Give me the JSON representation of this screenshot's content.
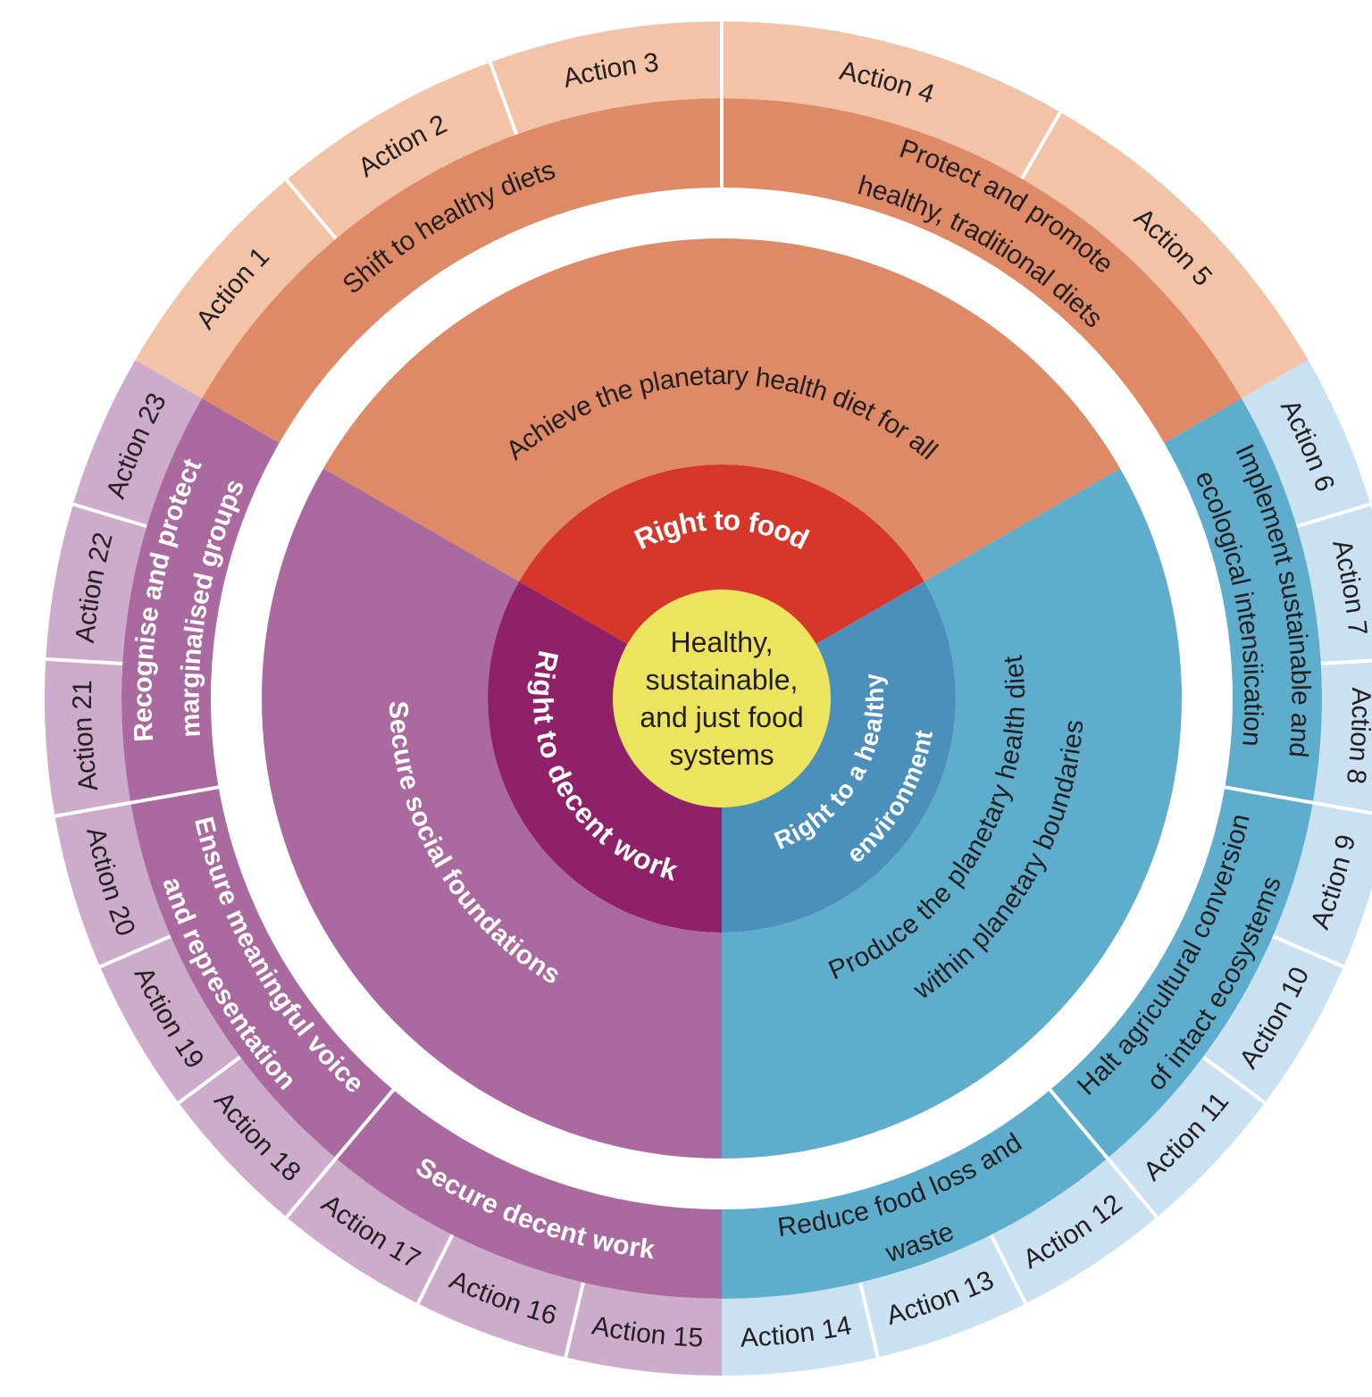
{
  "figure": {
    "background": "#ffffff",
    "divider_color": "#ffffff",
    "text_dark": "#231f20",
    "text_light": "#ffffff",
    "center": {
      "lines": [
        "Healthy,",
        "sustainable,",
        "and just food",
        "systems"
      ],
      "color": "#ece45e",
      "text_color": "#231f20"
    },
    "sectors": [
      {
        "id": "right-to-food",
        "inner": {
          "lines": [
            "Right to food"
          ],
          "color": "#d5372b",
          "text_color": "#ffffff"
        },
        "middle": {
          "lines": [
            "Achieve the planetary health diet for all"
          ],
          "color": "#de8a67",
          "text_color": "#231f20"
        },
        "category_color": "#de8a67",
        "category_text_color": "#231f20",
        "action_color": "#f2c3a7",
        "action_text_color": "#231f20",
        "categories": [
          {
            "lines": [
              "Shift to healthy diets"
            ],
            "actions": [
              "Action 1",
              "Action 2",
              "Action 3"
            ]
          },
          {
            "lines": [
              "Protect and promote",
              "healthy, traditional diets"
            ],
            "actions": [
              "Action 4",
              "Action 5"
            ]
          }
        ]
      },
      {
        "id": "right-to-a-healthy-environment",
        "inner": {
          "lines": [
            "Right to a healthy",
            "environment"
          ],
          "color": "#4a90ba",
          "text_color": "#ffffff"
        },
        "middle": {
          "lines": [
            "Produce the planetary health diet",
            "within planetary boundaries"
          ],
          "color": "#5fadcd",
          "text_color": "#231f20"
        },
        "category_color": "#5fadcd",
        "category_text_color": "#231f20",
        "action_color": "#c9e1f1",
        "action_text_color": "#231f20",
        "categories": [
          {
            "lines": [
              "Implement sustainable and",
              "ecological intensiication"
            ],
            "actions": [
              "Action 6",
              "Action 7",
              "Action 8"
            ]
          },
          {
            "lines": [
              "Halt agricultural conversion",
              "of intact ecosystems"
            ],
            "actions": [
              "Action 9",
              "Action 10",
              "Action 11"
            ]
          },
          {
            "lines": [
              "Reduce food loss and",
              "waste"
            ],
            "actions": [
              "Action 12",
              "Action 13",
              "Action 14"
            ]
          }
        ]
      },
      {
        "id": "right-to-decent-work",
        "inner": {
          "lines": [
            "Right to decent work"
          ],
          "color": "#8e2168",
          "text_color": "#ffffff"
        },
        "middle": {
          "lines": [
            "Secure social foundations"
          ],
          "color": "#aa6a9f",
          "text_color": "#ffffff"
        },
        "category_color": "#aa6a9f",
        "category_text_color": "#ffffff",
        "action_color": "#cdabca",
        "action_text_color": "#231f20",
        "categories": [
          {
            "lines": [
              "Secure decent work"
            ],
            "actions": [
              "Action 15",
              "Action 16",
              "Action 17"
            ]
          },
          {
            "lines": [
              "Ensure meaningful voice",
              "and representation"
            ],
            "actions": [
              "Action 18",
              "Action 19",
              "Action 20"
            ]
          },
          {
            "lines": [
              "Recognise and protect",
              "marginalised groups"
            ],
            "actions": [
              "Action 21",
              "Action 22",
              "Action 23"
            ]
          }
        ]
      }
    ]
  }
}
